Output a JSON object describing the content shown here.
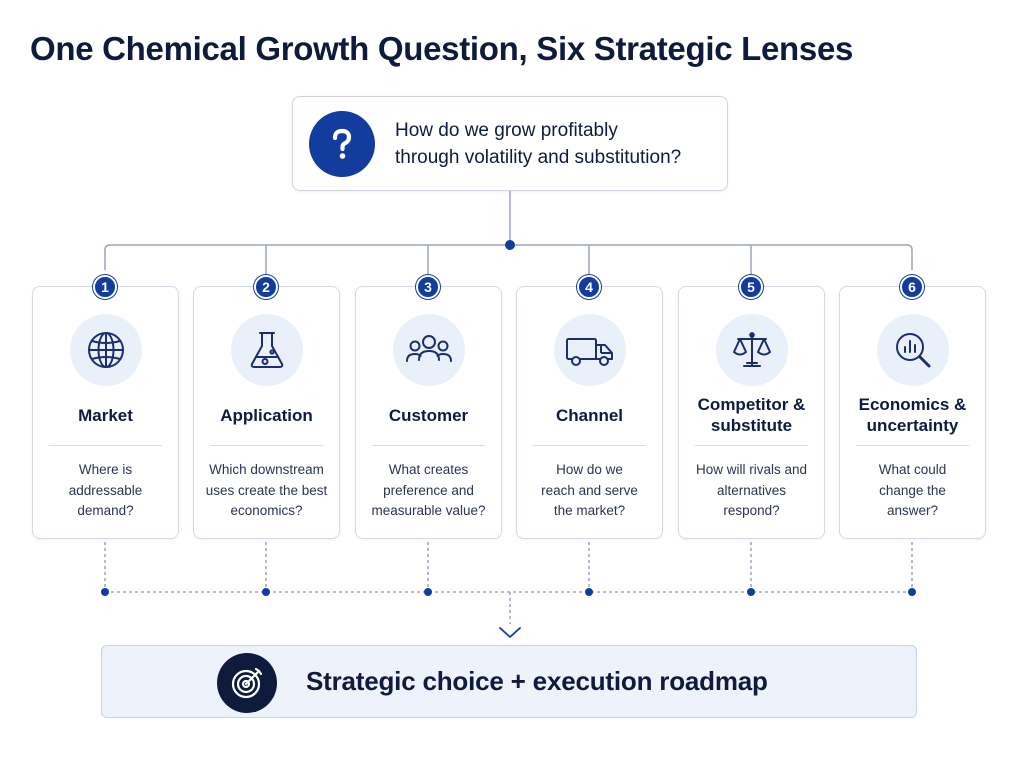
{
  "title": "One Chemical Growth Question, Six Strategic Lenses",
  "question": {
    "icon": "question-icon",
    "line1": "How do we grow profitably",
    "line2": "through volatility and substitution?"
  },
  "lenses": [
    {
      "number": "1",
      "icon": "globe-icon",
      "title": "Market",
      "text": [
        "Where is",
        "addressable",
        "demand?"
      ]
    },
    {
      "number": "2",
      "icon": "flask-icon",
      "title": "Application",
      "text": [
        "Which downstream",
        "uses create the best",
        "economics?"
      ]
    },
    {
      "number": "3",
      "icon": "people-icon",
      "title": "Customer",
      "text": [
        "What creates",
        "preference and",
        "measurable value?"
      ]
    },
    {
      "number": "4",
      "icon": "truck-icon",
      "title": "Channel",
      "text": [
        "How do we",
        "reach and serve",
        "the market?"
      ]
    },
    {
      "number": "5",
      "icon": "scales-icon",
      "title": "Competitor & substitute",
      "text": [
        "How will rivals and",
        "alternatives",
        "respond?"
      ]
    },
    {
      "number": "6",
      "icon": "chart-magnifier-icon",
      "title": "Economics & uncertainty",
      "text": [
        "What could",
        "change the",
        "answer?"
      ]
    }
  ],
  "result": {
    "icon": "target-icon",
    "label": "Strategic choice + execution roadmap"
  },
  "colors": {
    "primary": "#123d9e",
    "dark": "#0f1b3d",
    "icon_bg": "#eaf0fa",
    "result_bg": "#eef3fb"
  }
}
